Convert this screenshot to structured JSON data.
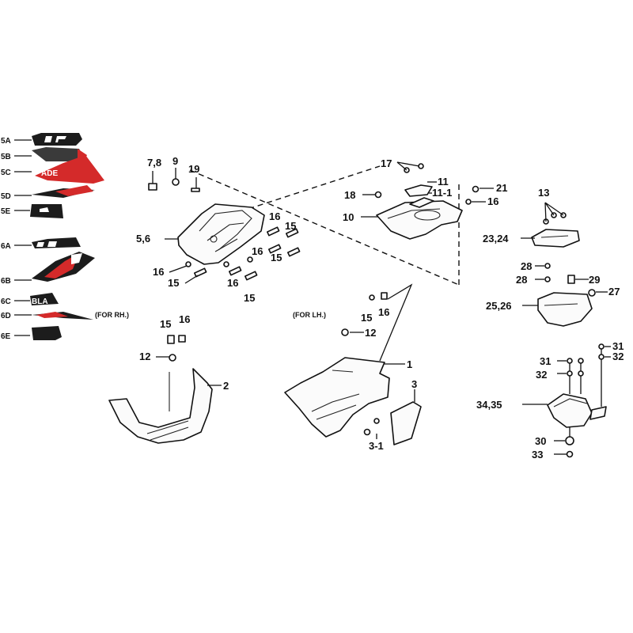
{
  "labels": {
    "5A": "5A",
    "5B": "5B",
    "5C": "5C",
    "5D": "5D",
    "5E": "5E",
    "6A": "6A",
    "6B": "6B",
    "6C": "6C",
    "6D": "6D",
    "6E": "6E",
    "l78": "7,8",
    "l9": "9",
    "l19": "19",
    "l56": "5,6",
    "l16a": "16",
    "l15a": "15",
    "l16b": "16",
    "l15b": "15",
    "l16c": "16",
    "l15c": "15",
    "l16d": "16",
    "l15d": "15",
    "l17": "17",
    "l11": "11",
    "l111": "11-1",
    "l18": "18",
    "l10": "10",
    "l21": "21",
    "l16e": "16",
    "l13": "13",
    "l2324": "23,24",
    "l28a": "28",
    "l28b": "28",
    "l29": "29",
    "l27": "27",
    "l2526": "25,26",
    "l15e": "15",
    "l16f": "16",
    "l12a": "12",
    "l2": "2",
    "l15f": "15",
    "l16g": "16",
    "l12b": "12",
    "l1": "1",
    "l3": "3",
    "l31": "3-1",
    "l31a": "31",
    "l32a": "32",
    "l31b": "31",
    "l32b": "32",
    "l3435": "34,35",
    "l30": "30",
    "l33": "33"
  },
  "notes": {
    "rh": "(FOR RH.)",
    "lh": "(FOR LH.)"
  },
  "decal_text": {
    "t5c": "ADE",
    "t6c": "BLA"
  },
  "colors": {
    "decal_red": "#d42a2a",
    "decal_black": "#1c1c1c"
  }
}
